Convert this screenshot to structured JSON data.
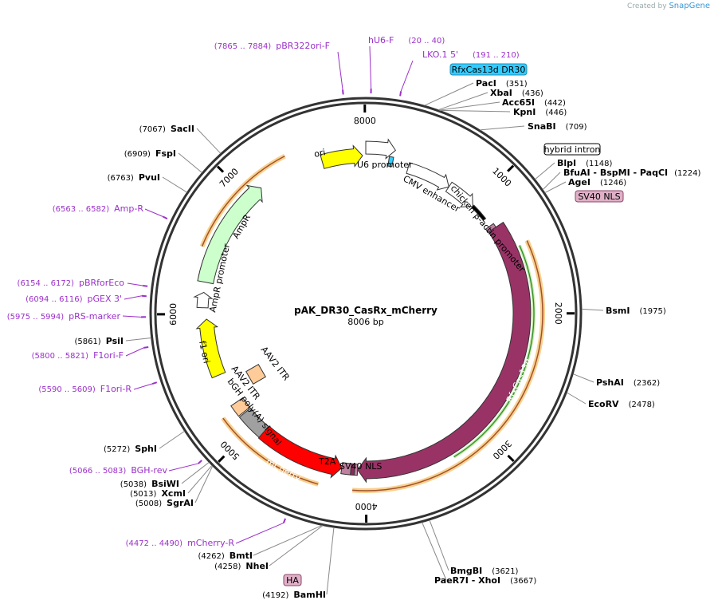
{
  "credit": {
    "prefix": "Created by",
    "brand": "SnapGene"
  },
  "plasmid": {
    "name": "pAK_DR30_CasRx_mCherry",
    "length": "8006 bp",
    "total_bp": 8006
  },
  "ticks": [
    "1000",
    "2000",
    "3000",
    "4000",
    "5000",
    "6000",
    "7000",
    "8000"
  ],
  "sites": [
    {
      "name": "PacI",
      "pos": "(351)"
    },
    {
      "name": "XbaI",
      "pos": "(436)"
    },
    {
      "name": "Acc65I",
      "pos": "(442)"
    },
    {
      "name": "KpnI",
      "pos": "(446)"
    },
    {
      "name": "SnaBI",
      "pos": "(709)"
    },
    {
      "name": "BlpI",
      "pos": "(1148)"
    },
    {
      "name": "BfuAI - BspMI - PaqCI",
      "pos": "(1224)"
    },
    {
      "name": "AgeI",
      "pos": "(1246)"
    },
    {
      "name": "BsmI",
      "pos": "(1975)"
    },
    {
      "name": "PshAI",
      "pos": "(2362)"
    },
    {
      "name": "EcoRV",
      "pos": "(2478)"
    },
    {
      "name": "BmgBI",
      "pos": "(3621)"
    },
    {
      "name": "PaeR7I - XhoI",
      "pos": "(3667)"
    },
    {
      "name": "BamHI",
      "pos": "(4192)"
    },
    {
      "name": "NheI",
      "pos": "(4258)"
    },
    {
      "name": "BmtI",
      "pos": "(4262)"
    },
    {
      "name": "SgrAI",
      "pos": "(5008)"
    },
    {
      "name": "XcmI",
      "pos": "(5013)"
    },
    {
      "name": "BsiWI",
      "pos": "(5038)"
    },
    {
      "name": "SphI",
      "pos": "(5272)"
    },
    {
      "name": "PsiI",
      "pos": "(5861)"
    },
    {
      "name": "PvuI",
      "pos": "(6763)"
    },
    {
      "name": "FspI",
      "pos": "(6909)"
    },
    {
      "name": "SacII",
      "pos": "(7067)"
    }
  ],
  "primers": [
    {
      "name": "pBR322ori-F",
      "range": "(7865 .. 7884)"
    },
    {
      "name": "hU6-F",
      "range": "(20 .. 40)"
    },
    {
      "name": "LKO.1 5'",
      "range": "(191 .. 210)"
    },
    {
      "name": "Amp-R",
      "range": "(6563 .. 6582)"
    },
    {
      "name": "pBRforEco",
      "range": "(6154 .. 6172)"
    },
    {
      "name": "pGEX 3'",
      "range": "(6094 .. 6116)"
    },
    {
      "name": "pRS-marker",
      "range": "(5975 .. 5994)"
    },
    {
      "name": "F1ori-F",
      "range": "(5800 .. 5821)"
    },
    {
      "name": "F1ori-R",
      "range": "(5590 .. 5609)"
    },
    {
      "name": "BGH-rev",
      "range": "(5066 .. 5083)"
    },
    {
      "name": "mCherry-R",
      "range": "(4472 .. 4490)"
    }
  ],
  "boxed_features": {
    "rfx_dr30": "RfxCas13d DR30",
    "hybrid_intron": "hybrid intron",
    "sv40_nls_box": "SV40 NLS",
    "ha": "HA"
  },
  "features": {
    "ori": "ori",
    "u6": "U6 promoter",
    "cmv": "CMV enhancer",
    "cba": "chicken β-actin promoter",
    "rfxcas13d": "RfxCas13d",
    "sv40_nls": "SV40 NLS",
    "t2a": "T2A",
    "mcherry": "mCherry",
    "bgh": "bGH poly(A) signal",
    "itr_left": "AAV2 ITR",
    "itr_right": "AAV2 ITR",
    "f1ori": "f1 ori",
    "ampr_promoter": "AmpR promoter",
    "ampr": "AmpR"
  },
  "colors": {
    "ori": "#ffff00",
    "u6": "#ffffff",
    "cmv": "#ffffff",
    "rfx": "#993366",
    "mcherry": "#ff0000",
    "bgh": "#a0a0a0",
    "itr": "#ffcc99",
    "f1ori": "#ffff00",
    "ampr": "#ccffcc",
    "dr30": "#33ccff",
    "primer": "#9b30c9",
    "orf": "#f5b041"
  }
}
